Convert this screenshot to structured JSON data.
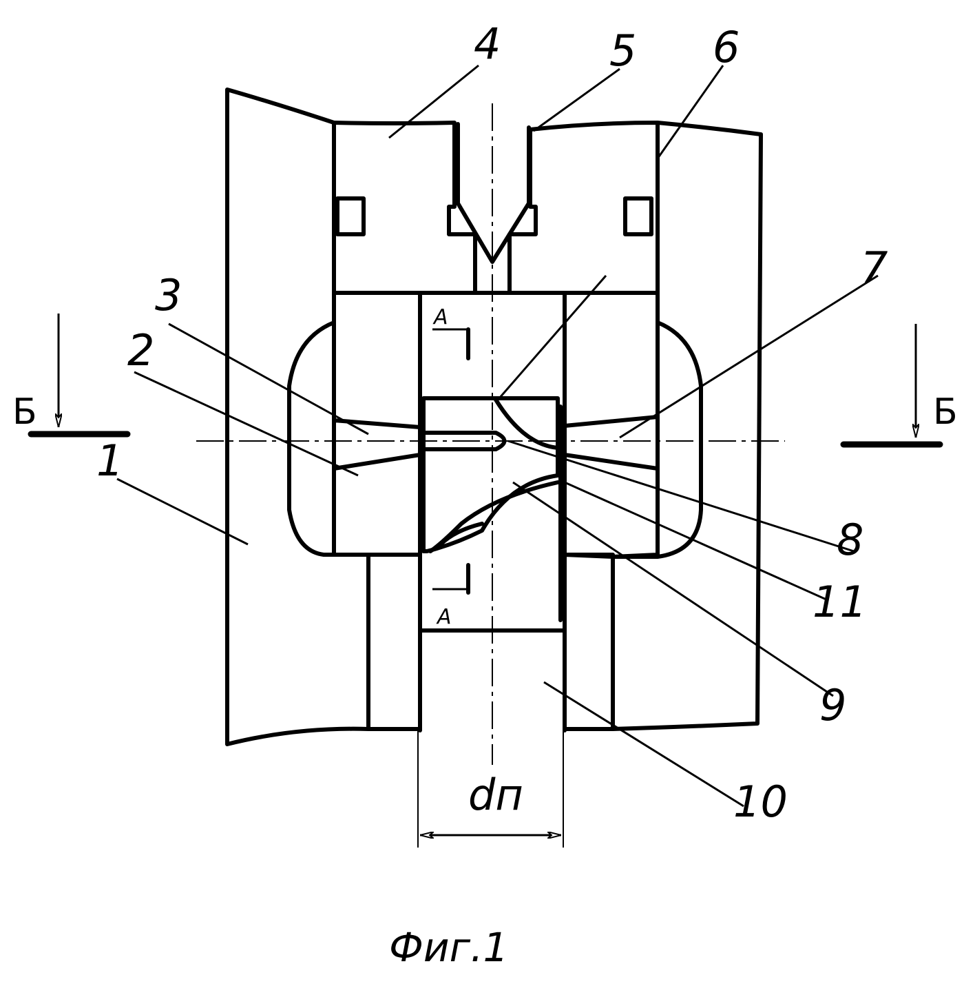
{
  "labels": {
    "n1": "1",
    "n2": "2",
    "n3": "3",
    "n4": "4",
    "n5": "5",
    "n6": "6",
    "n7": "7",
    "n8": "8",
    "n9": "9",
    "n10": "10",
    "n11": "11"
  },
  "section_b": "Б",
  "section_a": "А",
  "dimension": "dп",
  "caption": "Фиг.1"
}
